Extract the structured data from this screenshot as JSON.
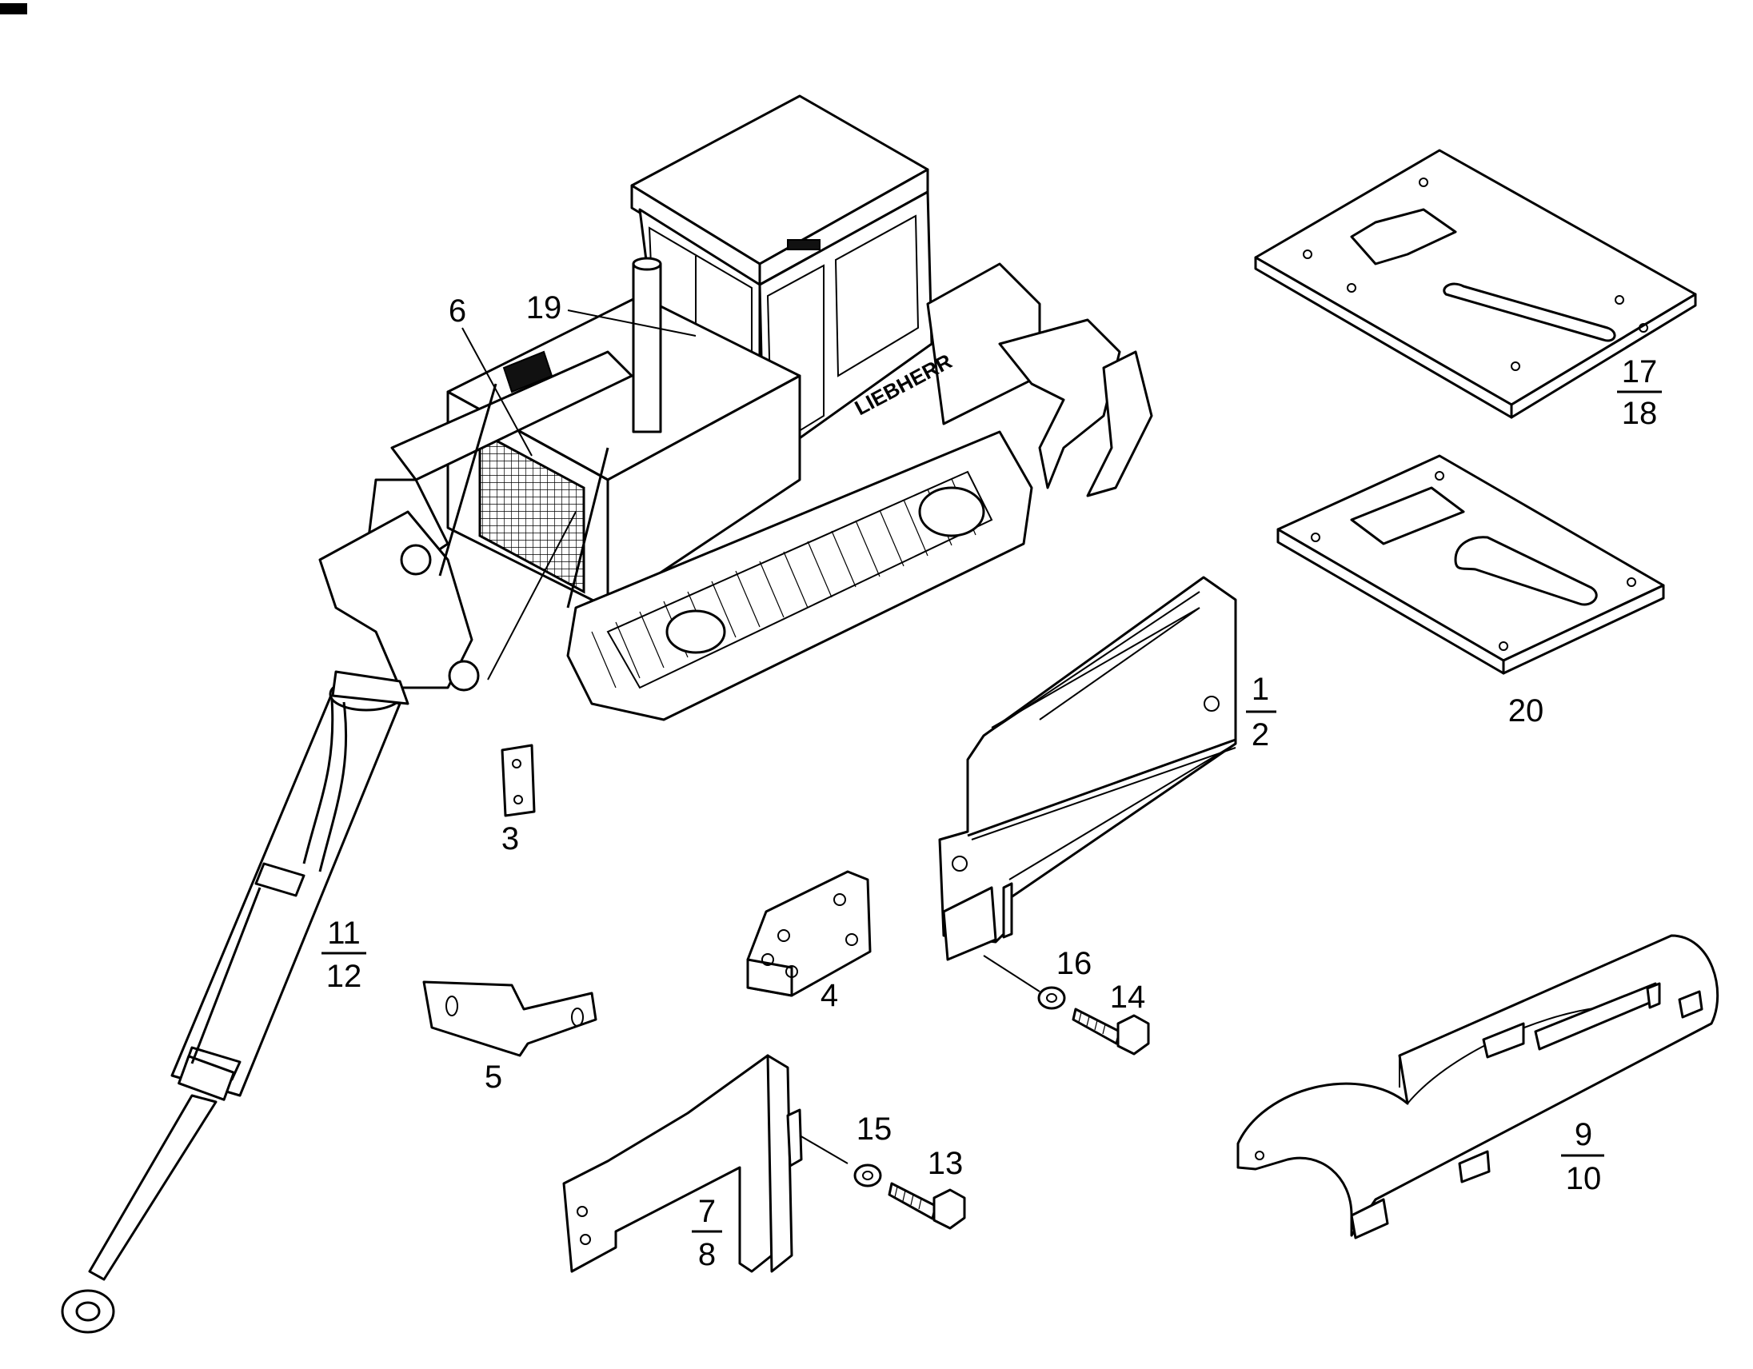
{
  "callouts": {
    "c1": "1",
    "c2": "2",
    "c3": "3",
    "c4": "4",
    "c5": "5",
    "c6": "6",
    "c7": "7",
    "c8": "8",
    "c9": "9",
    "c10": "10",
    "c11": "11",
    "c12": "12",
    "c13": "13",
    "c14": "14",
    "c15": "15",
    "c16": "16",
    "c17": "17",
    "c18": "18",
    "c19": "19",
    "c20": "20"
  },
  "colors": {
    "ink": "#000000",
    "paper": "#ffffff"
  }
}
